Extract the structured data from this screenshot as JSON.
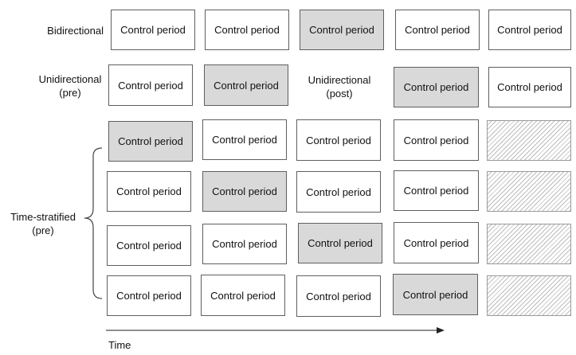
{
  "row_labels": {
    "bidirectional": "Bidirectional",
    "unidirectional_pre": "Unidirectional\n(pre)",
    "unidirectional_post": "Unidirectional\n(post)",
    "time_stratified": "Time-stratified\n(pre)"
  },
  "period_label": "Control period",
  "axis_label": "Time",
  "colors": {
    "border": "#5f5f5f",
    "shaded_fill": "#d9d9d9",
    "hatch": "#bdbdbd"
  },
  "rows": {
    "bidirectional": [
      "control",
      "control",
      "case",
      "control",
      "control"
    ],
    "unidirectional": [
      "control",
      "case",
      "post-label",
      "case",
      "control"
    ],
    "stratified_1": [
      "case",
      "control",
      "control",
      "control",
      "hatched"
    ],
    "stratified_2": [
      "control",
      "case",
      "control",
      "control",
      "hatched"
    ],
    "stratified_3": [
      "control",
      "control",
      "case",
      "control",
      "hatched"
    ],
    "stratified_4": [
      "control",
      "control",
      "control",
      "case",
      "hatched"
    ]
  }
}
